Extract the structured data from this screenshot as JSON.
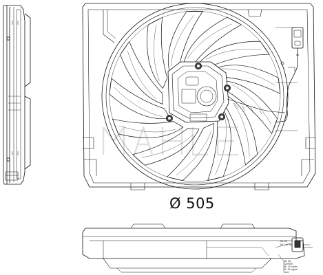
{
  "dimension": {
    "diameter_label": "Ø 505"
  },
  "callouts": [
    "ML 35",
    "ML 1.6 Nm",
    "ML 25",
    "320/900",
    "ML 20 cable",
    "EL 15 signal",
    "cont."
  ],
  "fan": {
    "blade_count": 13
  },
  "colors": {
    "line": "#111111",
    "paper": "#ffffff",
    "watermark": "#e6e6e6"
  }
}
